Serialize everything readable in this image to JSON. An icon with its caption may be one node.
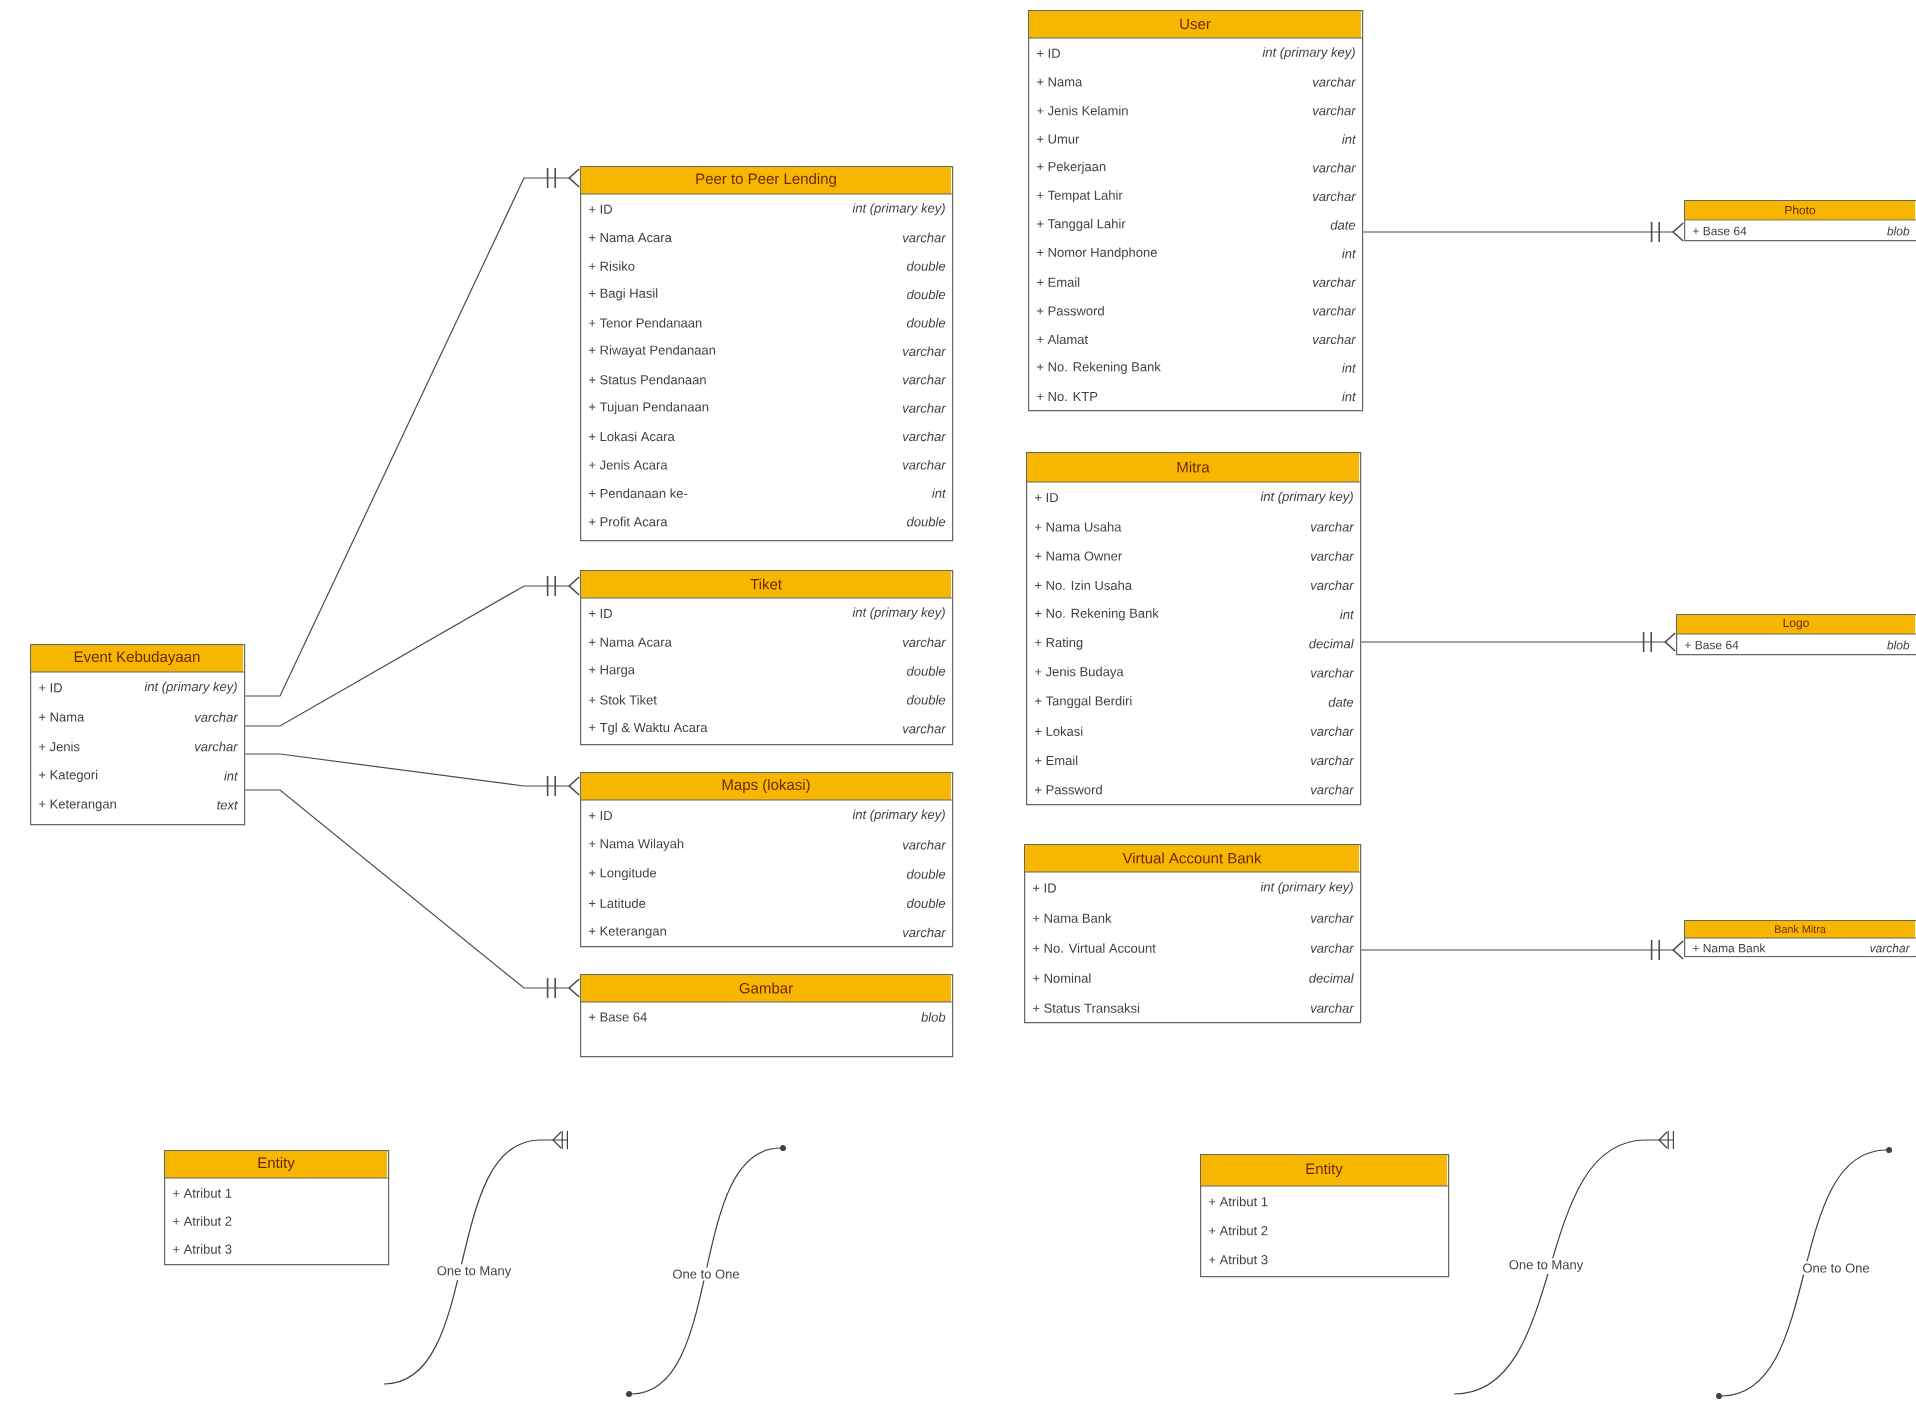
{
  "diagram": {
    "nodes": [
      {
        "text": [
          "Event Kebudayaan",
          "+ ID",
          "int (primary key)",
          "+ Nama",
          "varchar",
          "+ Jenis",
          "varchar",
          "+ Kategori",
          "int",
          "+ Keterangan",
          "text"
        ]
      },
      {
        "text": [
          "Peer to Peer Lending",
          "+ ID",
          "int (primary key)",
          "+ Nama Acara",
          "varchar",
          "+ Risiko",
          "double",
          "+ Bagi Hasil",
          "double",
          "+ Tenor Pendanaan",
          "double",
          "+ Riwayat Pendanaan",
          "varchar",
          "+ Status Pendanaan",
          "varchar",
          "+ Tujuan Pendanaan",
          "varchar",
          "+ Lokasi Acara",
          "varchar",
          "+ Jenis Acara",
          "varchar",
          "+ Pendanaan ke-",
          "int",
          "+ Profit Acara",
          "double"
        ]
      },
      {
        "text": [
          "Tiket",
          "+ ID",
          "int (primary key)",
          "+ Nama Acara",
          "varchar",
          "+ Harga",
          "double",
          "+ Stok Tiket",
          "double",
          "+ Tgl & Waktu Acara",
          "varchar"
        ]
      },
      {
        "text": [
          "Maps (lokasi)",
          "+ ID",
          "int (primary key)",
          "+ Nama Wilayah",
          "varchar",
          "+ Longitude",
          "double",
          "+ Latitude",
          "double",
          "+ Keterangan",
          "varchar"
        ]
      },
      {
        "text": [
          "Gambar",
          "+ Base 64",
          "blob"
        ]
      },
      {
        "text": [
          "User",
          "+ ID",
          "int (primary key)",
          "+ Nama",
          "varchar",
          "+ Jenis Kelamin",
          "varchar",
          "+ Umur",
          "int",
          "+ Pekerjaan",
          "varchar",
          "+ Tempat Lahir",
          "varchar",
          "+ Tanggal Lahir",
          "date",
          "+ Nomor Handphone",
          "int",
          "+ Email",
          "varchar",
          "+ Password",
          "varchar",
          "+ Alamat",
          "varchar",
          "+ No. Rekening Bank",
          "int",
          "+ No. KTP",
          "int"
        ]
      },
      {
        "text": [
          "Photo",
          "+ Base 64",
          "blob"
        ]
      },
      {
        "text": [
          "Mitra",
          "+ ID",
          "int (primary key)",
          "+ Nama Usaha",
          "varchar",
          "+ Nama Owner",
          "varchar",
          "+ No. Izin Usaha",
          "varchar",
          "+ No. Rekening Bank",
          "int",
          "+ Rating",
          "decimal",
          "+ Jenis Budaya",
          "varchar",
          "+ Tanggal Berdiri",
          "date",
          "+ Lokasi",
          "varchar",
          "+ Email",
          "varchar",
          "+ Password",
          "varchar"
        ]
      },
      {
        "text": [
          "Logo",
          "+ Base 64",
          "blob"
        ]
      },
      {
        "text": [
          "Virtual Account Bank",
          "+ ID",
          "int (primary key)",
          "+ Nama Bank",
          "varchar",
          "+ No. Virtual Account",
          "varchar",
          "+ Nominal",
          "decimal",
          "+ Status Transaksi",
          "varchar"
        ]
      },
      {
        "text": [
          "Bank Mitra",
          "+ Nama Bank",
          "varchar"
        ]
      },
      {
        "text": [
          "Entity",
          "+ Atribut 1",
          "+ Atribut 2",
          "+ Atribut 3"
        ]
      },
      {
        "text": [
          "Entity",
          "+ Atribut 1",
          "+ Atribut 2",
          "+ Atribut 3"
        ]
      }
    ],
    "edges": [
      {
        "from": 0,
        "to": 1,
        "arrow": "other"
      },
      {
        "from": 0,
        "to": 2,
        "arrow": "other"
      },
      {
        "from": 0,
        "to": 3,
        "arrow": "other"
      },
      {
        "from": 0,
        "to": 4,
        "arrow": "other"
      },
      {
        "from": 5,
        "to": 6,
        "arrow": "other"
      },
      {
        "from": 7,
        "to": 8,
        "arrow": "other"
      },
      {
        "from": 9,
        "to": 10,
        "arrow": "other"
      }
    ],
    "legend": [
      {
        "text": "One to Many"
      },
      {
        "text": "One to One"
      },
      {
        "text": "One to Many"
      },
      {
        "text": "One to One"
      }
    ]
  }
}
